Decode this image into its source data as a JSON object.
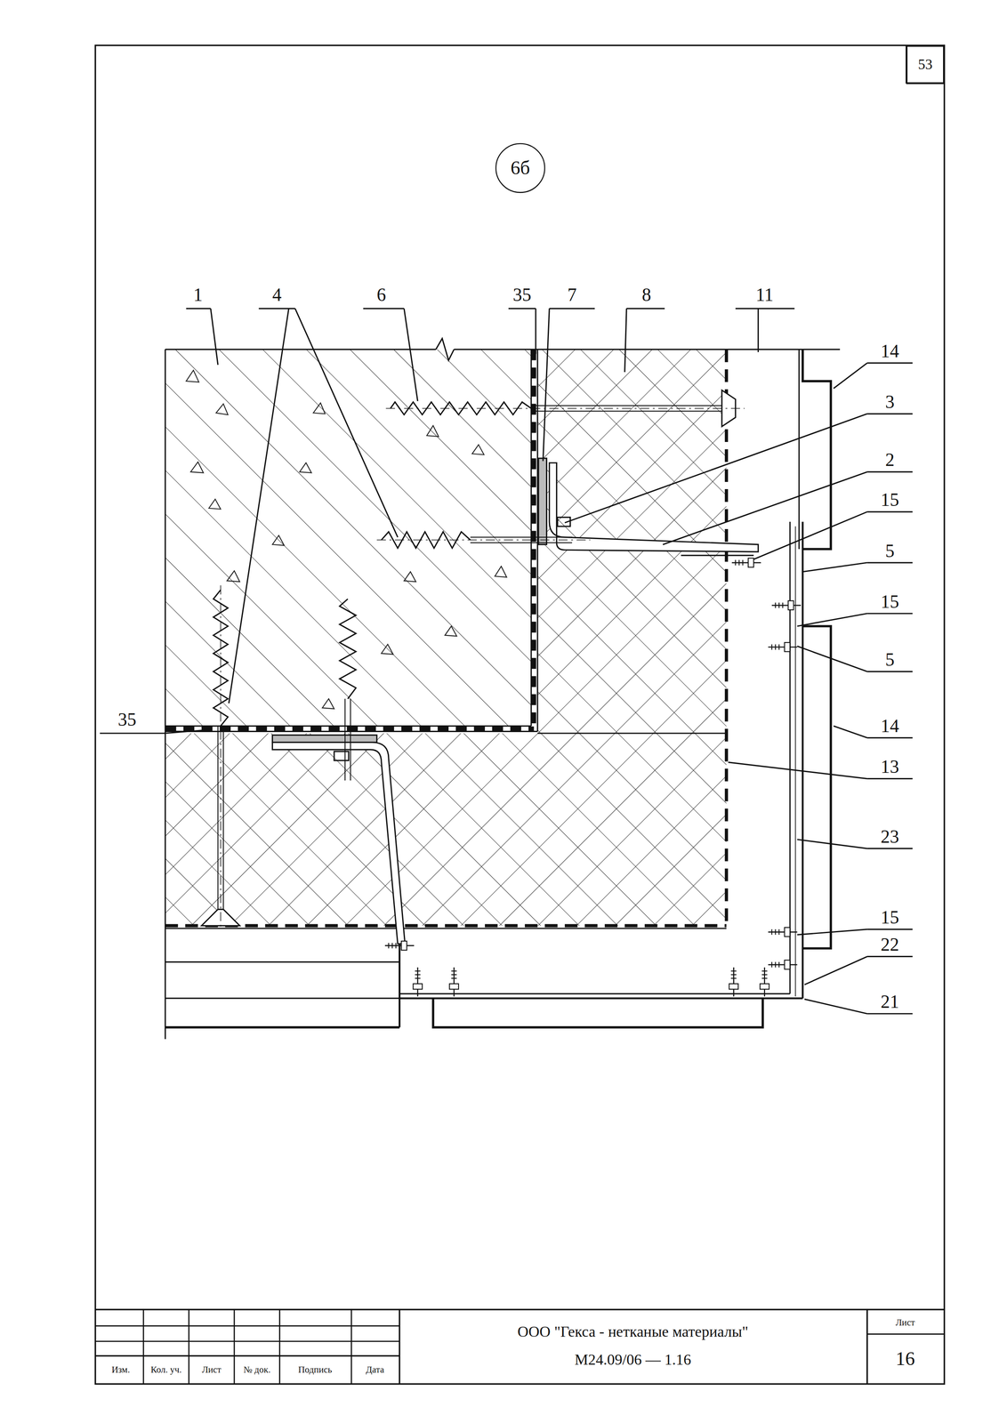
{
  "diagram": {
    "nodes": [
      {
        "text": [
          "53"
        ]
      },
      {
        "text": [
          "6б"
        ]
      }
    ],
    "labels": [
      "1",
      "4",
      "6",
      "35",
      "7",
      "8",
      "11",
      "14",
      "3",
      "2",
      "15",
      "5",
      "15",
      "5",
      "14",
      "13",
      "23",
      "15",
      "22",
      "21",
      "35",
      "Изм.",
      "Кол. уч.",
      "Лист",
      "№ док.",
      "Подпись",
      "Дата",
      "ООО \"Гекса - нетканые материалы\"",
      "М24.09/06 — 1.16",
      "Лист",
      "16"
    ]
  }
}
